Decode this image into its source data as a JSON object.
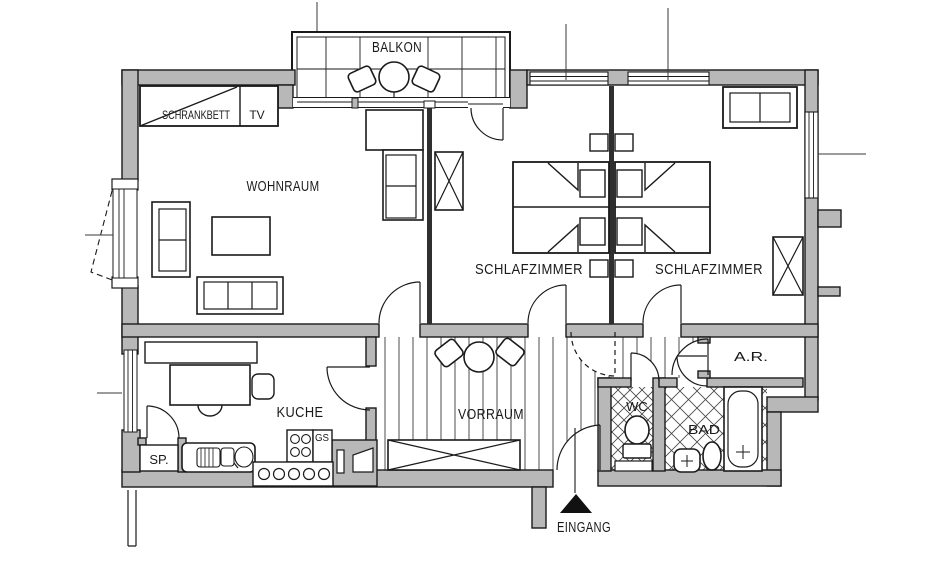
{
  "colors": {
    "wall_fill": "#b8b8b8",
    "partition_fill": "#2f2f2f",
    "line": "#1a1a1a",
    "background": "#ffffff"
  },
  "rooms": {
    "balcony": {
      "label": "BALKON"
    },
    "living_room": {
      "label": "WOHNRAUM"
    },
    "bedroom_1": {
      "label": "SCHLAFZIMMER"
    },
    "bedroom_2": {
      "label": "SCHLAFZIMMER"
    },
    "kitchen": {
      "label": "KUCHE"
    },
    "hallway": {
      "label": "VORRAUM"
    },
    "wc": {
      "label": "WC"
    },
    "bathroom": {
      "label": "BAD"
    },
    "storage": {
      "label": "A.R."
    },
    "pantry": {
      "label": "SP."
    }
  },
  "annotations": {
    "entrance": {
      "label": "EINGANG"
    },
    "wall_bed": {
      "label": "SCHRANKBETT"
    },
    "tv": {
      "label": "TV"
    },
    "dishwasher": {
      "label": "GS"
    }
  }
}
